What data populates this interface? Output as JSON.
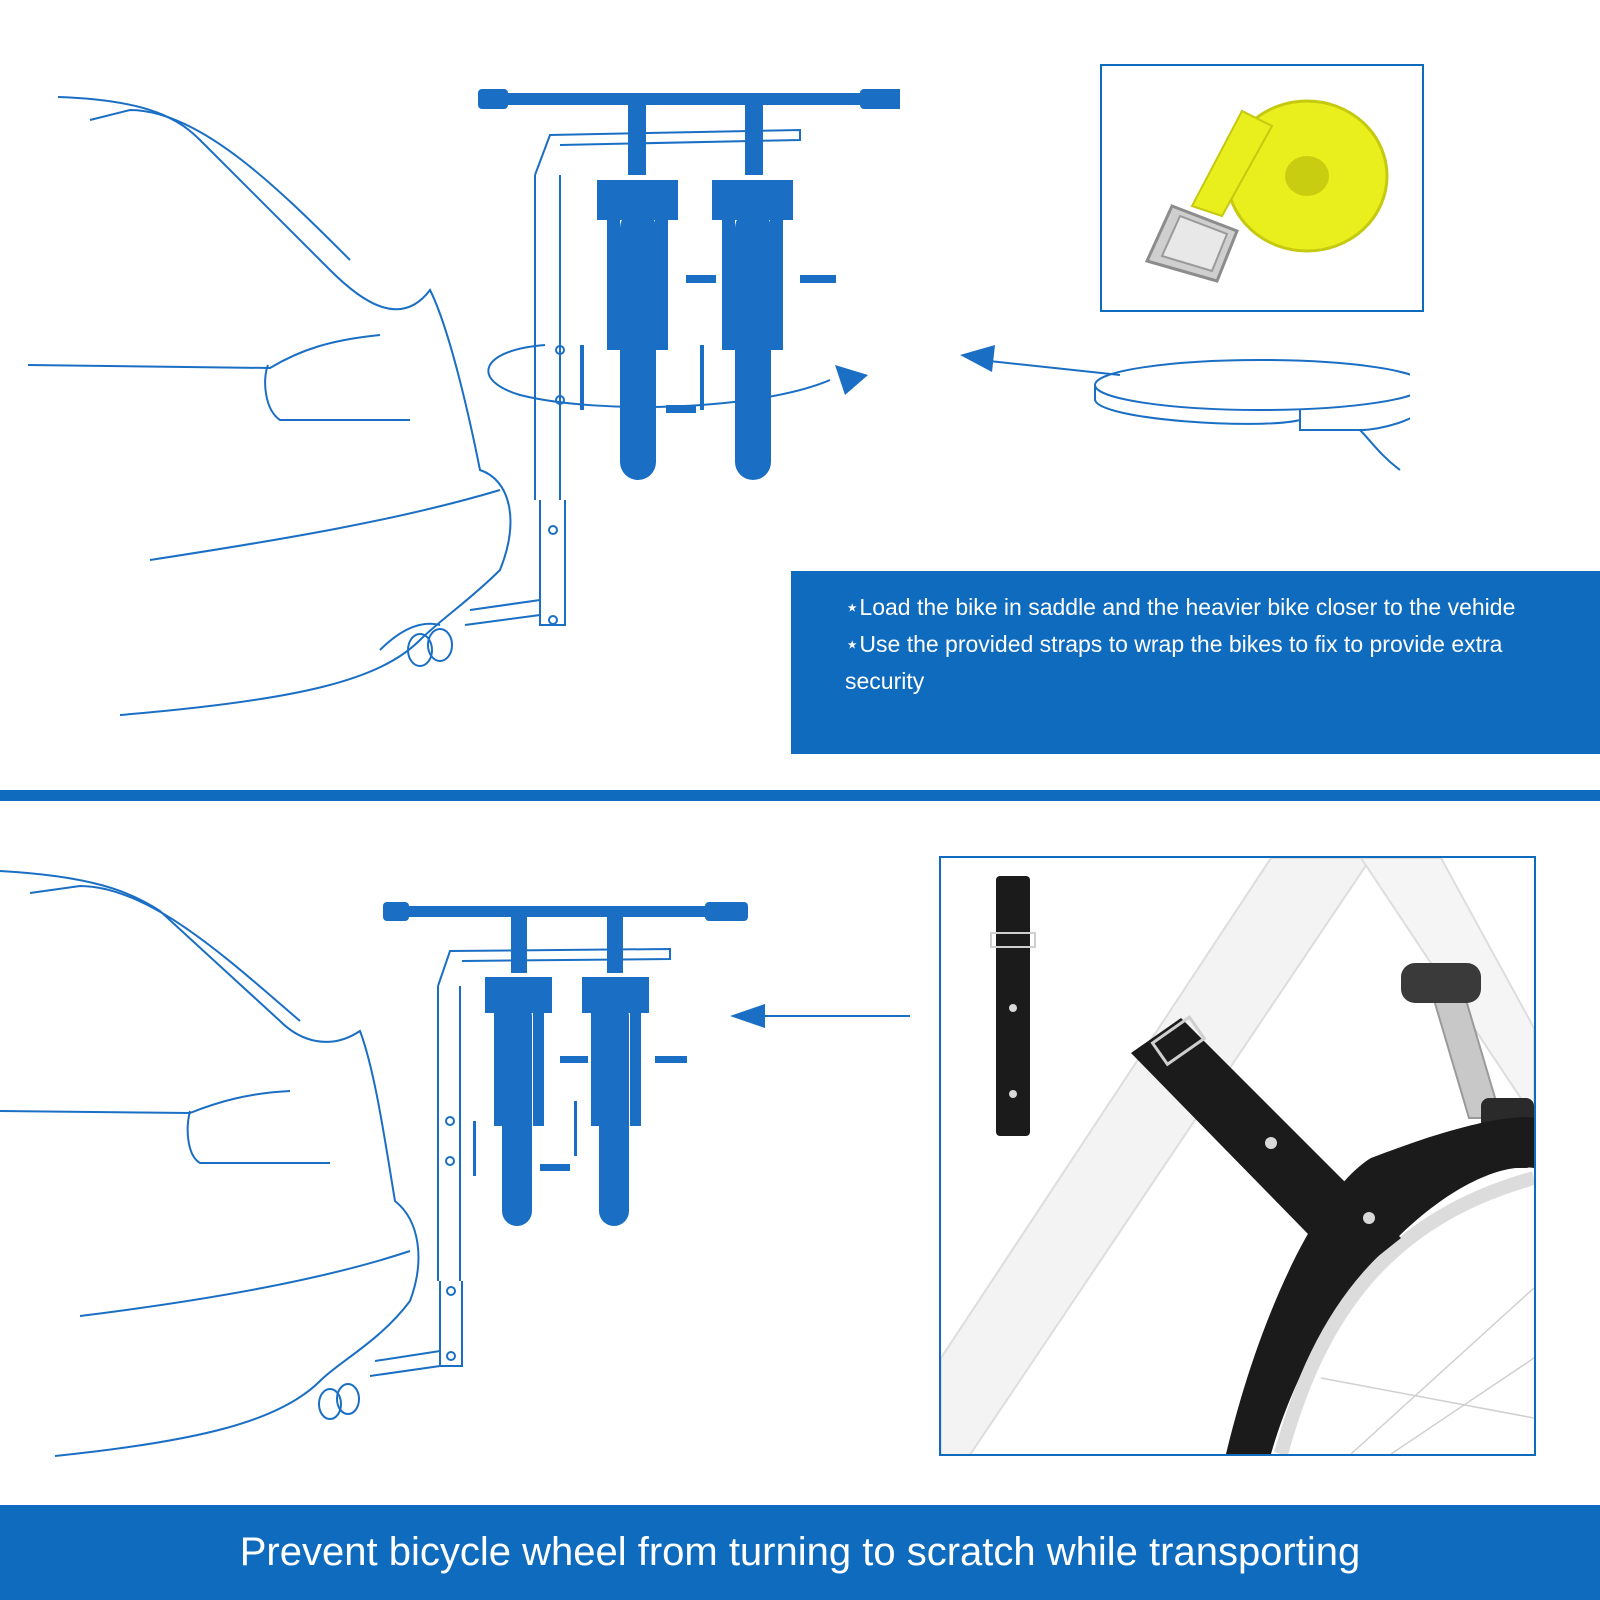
{
  "instructions": {
    "bullet_symbol": "⋆",
    "items": [
      "Load the bike in saddle and the heavier bike closer to the vehide",
      "Use the provided straps to wrap the bikes to fix to provide extra security"
    ]
  },
  "footer": {
    "caption": "Prevent bicycle wheel from turning to scratch while transporting"
  },
  "images": {
    "top_illustration": "car-rear-with-two-bikes-on-hitch-rack",
    "strap_photo": "yellow-cam-buckle-strap",
    "strap_loop": "strap-loop-diagram",
    "bottom_illustration": "car-rear-with-two-bikes-on-hitch-rack",
    "frame_strap_photo": "rubber-frame-strap-on-bike"
  },
  "colors": {
    "accent": "#0f6bbd",
    "line_art": "#1a6fc4",
    "strap_yellow": "#e9ef1c",
    "rubber_black": "#1b1b1b"
  }
}
